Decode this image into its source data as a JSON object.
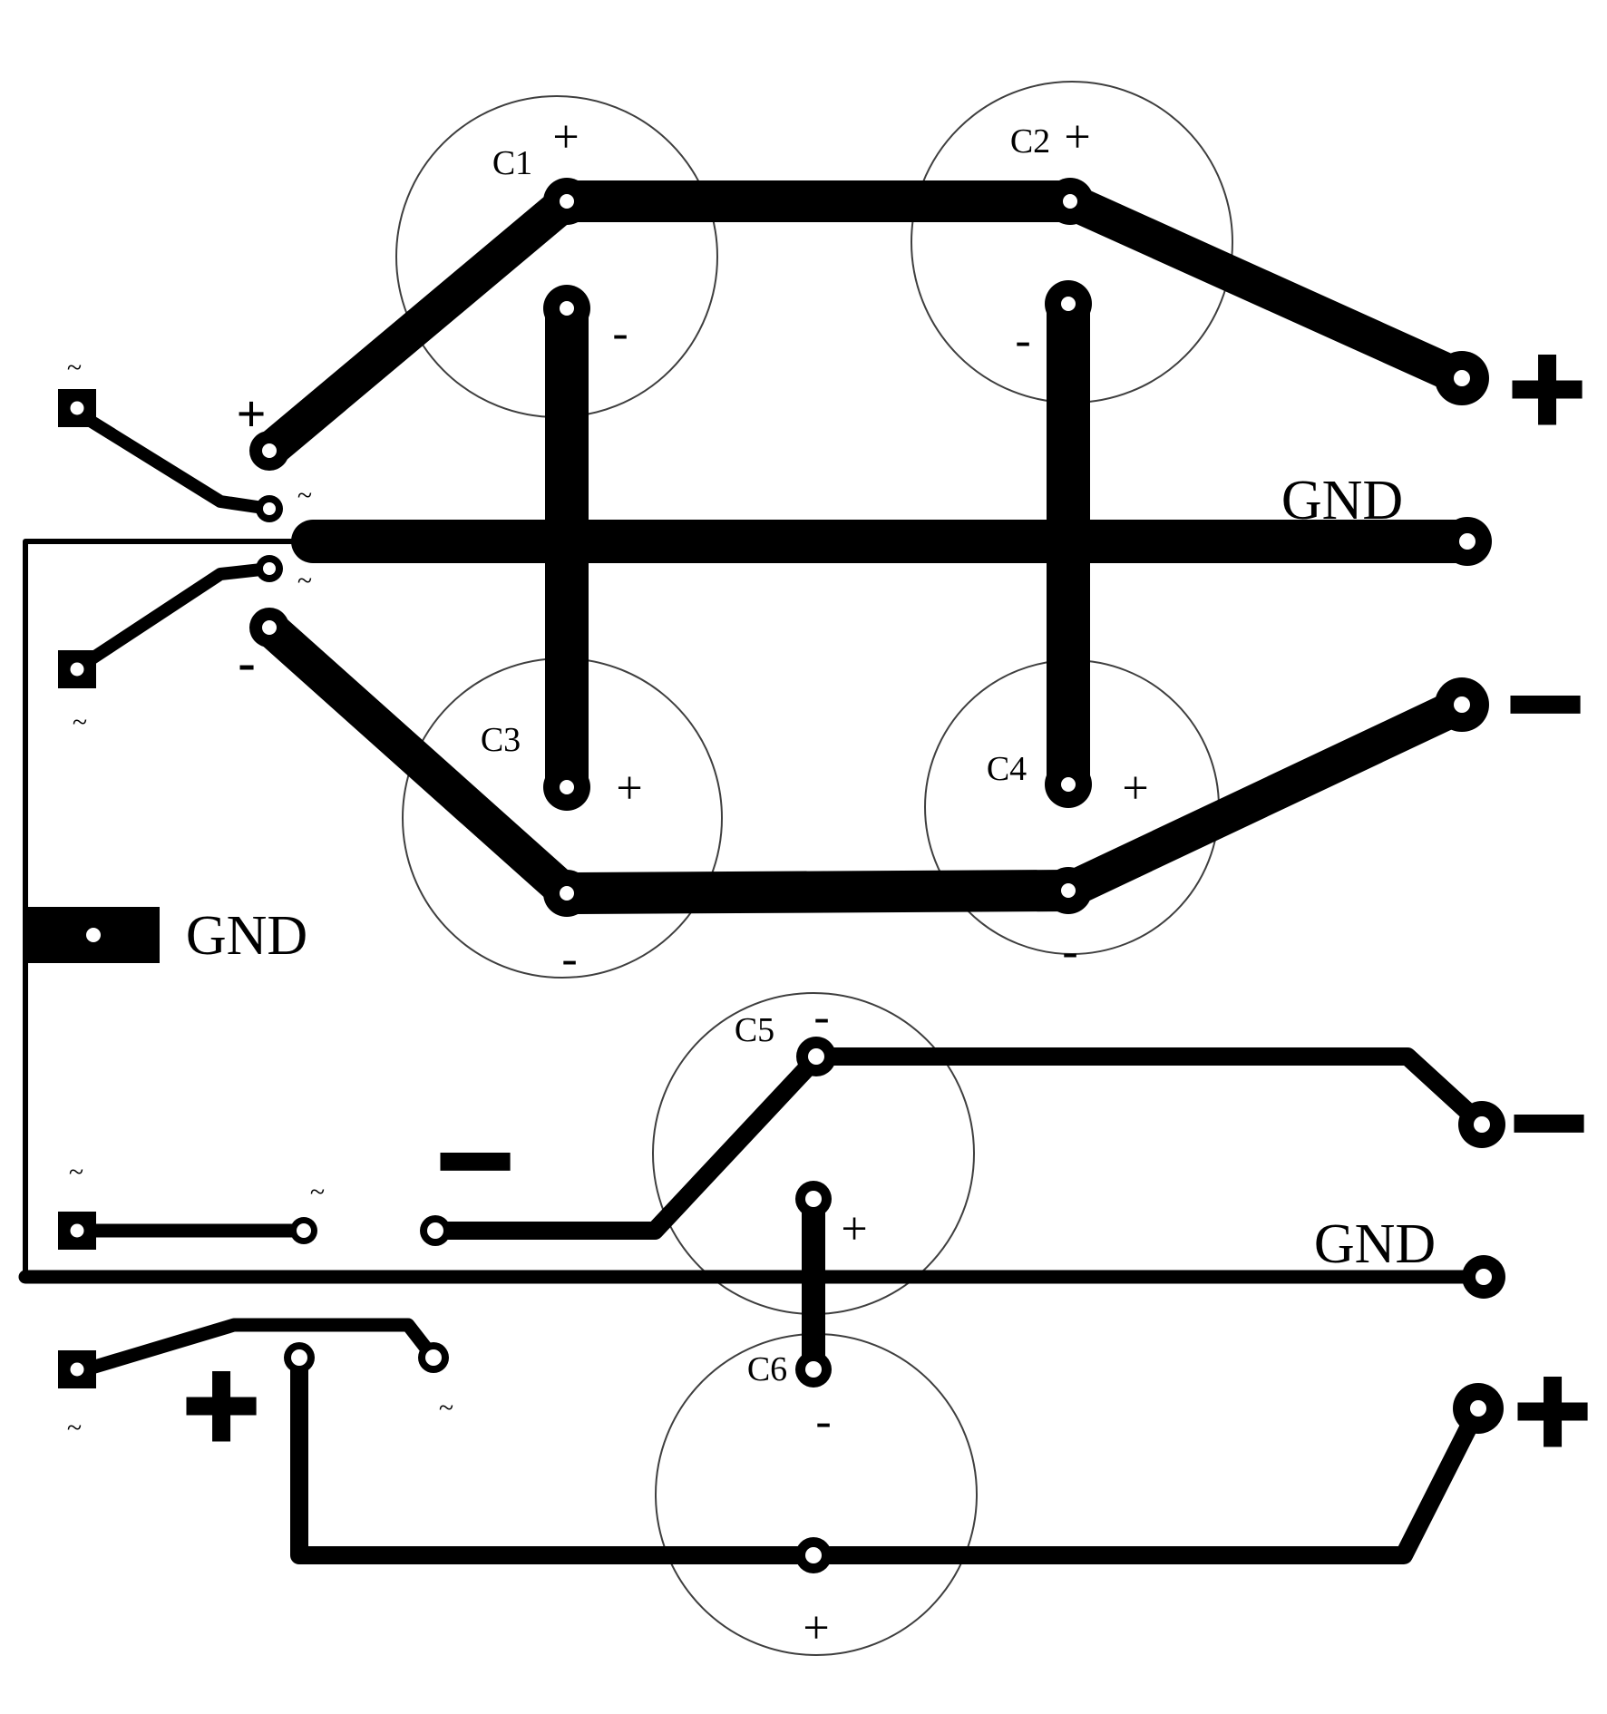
{
  "diagram": {
    "kind": "PCB copper trace layout (dual power supply with filter capacitors)",
    "background": "#ffffff",
    "trace_color": "#000000",
    "outline_color": "#3f3f3f"
  },
  "labels": {
    "gnd": "GND",
    "plus": "+",
    "minus": "-",
    "minus_wide": "−",
    "tilde": "~"
  },
  "capacitors": [
    {
      "ref": "C1"
    },
    {
      "ref": "C2"
    },
    {
      "ref": "C3"
    },
    {
      "ref": "C4"
    },
    {
      "ref": "C5"
    },
    {
      "ref": "C6"
    }
  ]
}
